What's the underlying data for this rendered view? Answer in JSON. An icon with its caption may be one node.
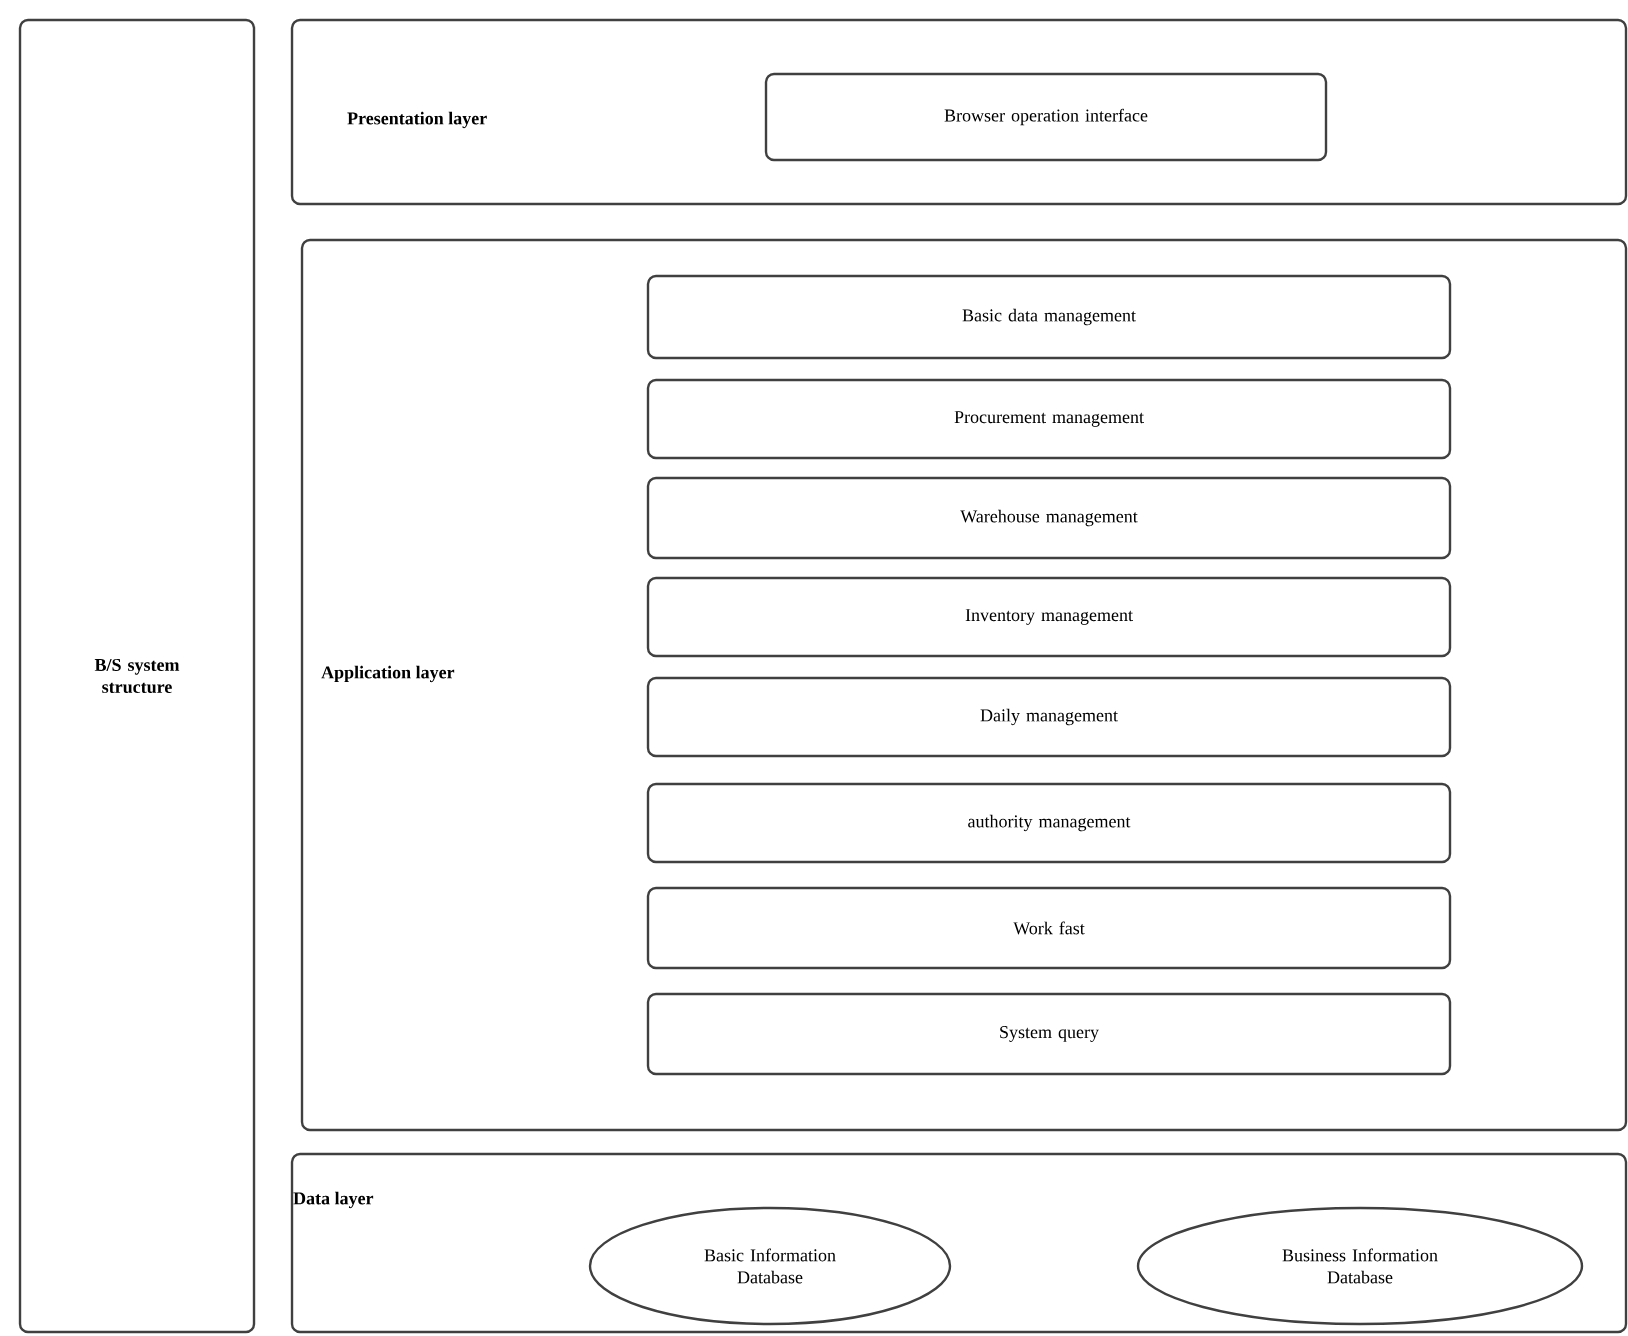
{
  "diagram": {
    "nodes": [
      {
        "text": [
          "B/S system structure"
        ]
      },
      {
        "text": [
          "Presentation layer"
        ]
      },
      {
        "text": [
          "Browser operation interface"
        ],
        "in": 1
      },
      {
        "text": [
          "Application layer"
        ]
      },
      {
        "text": [
          "Basic data management"
        ],
        "in": 3
      },
      {
        "text": [
          "Procurement management"
        ],
        "in": 3
      },
      {
        "text": [
          "Warehouse management"
        ],
        "in": 3
      },
      {
        "text": [
          "Inventory management"
        ],
        "in": 3
      },
      {
        "text": [
          "Daily management"
        ],
        "in": 3
      },
      {
        "text": [
          "authority management"
        ],
        "in": 3
      },
      {
        "text": [
          "Work fast"
        ],
        "in": 3
      },
      {
        "text": [
          "System query"
        ],
        "in": 3
      },
      {
        "text": [
          "Data layer"
        ]
      },
      {
        "text": [
          "Basic Information Database"
        ],
        "in": 12
      },
      {
        "text": [
          "Business Information Database"
        ],
        "in": 12
      }
    ]
  }
}
